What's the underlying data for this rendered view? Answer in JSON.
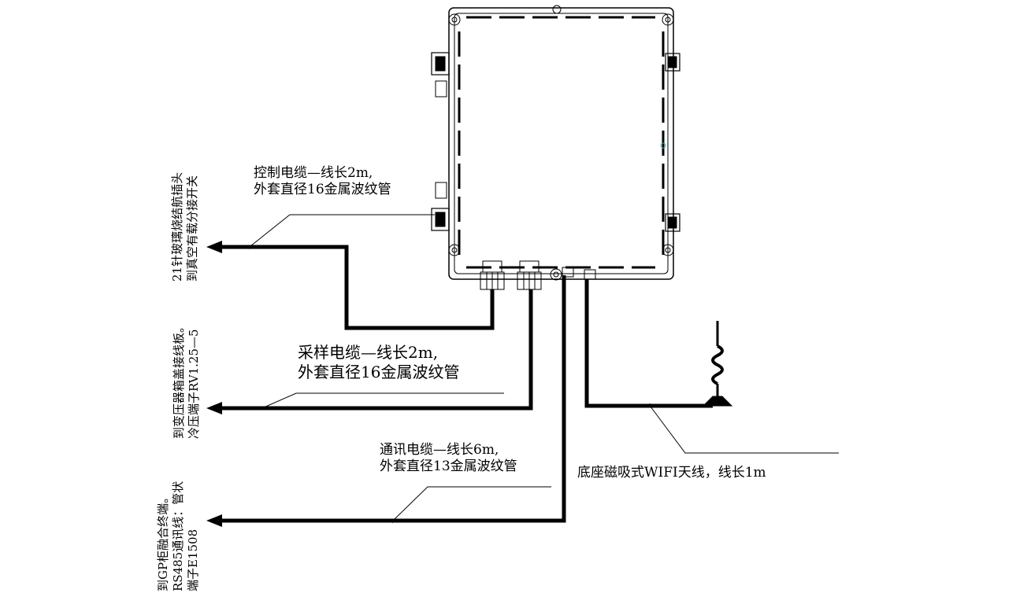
{
  "cables": {
    "control": {
      "line1": "控制电缆—线长2m,",
      "line2": "外套直径16金属波纹管"
    },
    "sampling": {
      "line1": "采样电缆—线长2m,",
      "line2": "外套直径16金属波纹管"
    },
    "comm": {
      "line1": "通讯电缆—线长6m,",
      "line2": "外套直径13金属波纹管"
    },
    "wifi": {
      "label": "底座磁吸式WIFI天线，线长1m"
    }
  },
  "destinations": {
    "load_switch": {
      "line1": "21针玻璃烧结航插头",
      "line2": "到真空有载分接开关"
    },
    "transformer": {
      "line1": "到变压器箱盖接线板。",
      "line2": "冷压端子RV1.25—5"
    },
    "gp_cabinet": {
      "line1": "到GP柜融合终端。",
      "line2": "RS485通讯线：管状",
      "line3": "端子E1508"
    }
  }
}
